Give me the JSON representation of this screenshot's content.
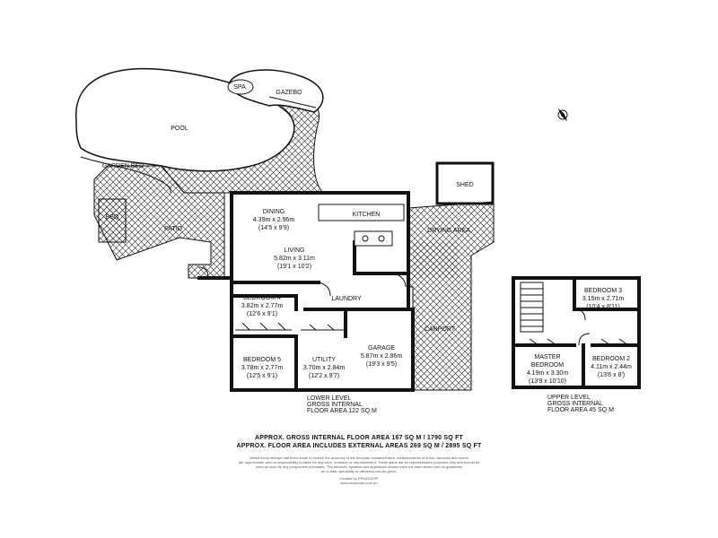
{
  "rooms": {
    "spa": "SPA",
    "gazebo": "GAZEBO",
    "pool": "POOL",
    "garden_bed": "GARDEN BED",
    "bbq": "BBQ",
    "patio": "PATIO",
    "shed": "SHED",
    "dining": {
      "name": "DINING",
      "metric": "4.39m x 2.96m",
      "imperial": "(14'5 x 9'9)"
    },
    "kitchen": "KITCHEN",
    "drying_area": "DRYING AREA",
    "living": {
      "name": "LIVING",
      "metric": "5.82m x 3.11m",
      "imperial": "(19'1 x 10'2)"
    },
    "laundry": "LAUNDRY",
    "bedroom4": {
      "name": "BEDROOM 4",
      "metric": "3.82m x 2.77m",
      "imperial": "(12'6 x 9'1)"
    },
    "bedroom5": {
      "name": "BEDROOM 5",
      "metric": "3.78m x 2.77m",
      "imperial": "(12'5 x 9'1)"
    },
    "utility": {
      "name": "UTILITY",
      "metric": "3.70m x 2.84m",
      "imperial": "(12'2 x 9'7)"
    },
    "garage": {
      "name": "GARAGE",
      "metric": "5.87m x 2.86m",
      "imperial": "(19'3 x 9'5)"
    },
    "carport": "CARPORT",
    "bedroom3": {
      "name": "BEDROOM 3",
      "metric": "3.15m x 2.71m",
      "imperial": "(10'4 x 8'11)"
    },
    "master": {
      "name1": "MASTER",
      "name2": "BEDROOM",
      "metric": "4.19m x 3.30m",
      "imperial": "(13'9 x 10'10)"
    },
    "bedroom2": {
      "name": "BEDROOM 2",
      "metric": "4.11m x 2.44m",
      "imperial": "(13'6 x 8')"
    }
  },
  "lower_level": {
    "line1": "LOWER LEVEL",
    "line2": "GROSS INTERNAL",
    "line3": "FLOOR AREA 122 SQ M"
  },
  "upper_level": {
    "line1": "UPPER LEVEL",
    "line2": "GROSS INTERNAL",
    "line3": "FLOOR AREA 45 SQ M"
  },
  "footer": {
    "line1": "APPROX. GROSS INTERNAL FLOOR AREA 167 SQ M / 1790 SQ FT",
    "line2": "APPROX. FLOOR AREA INCLUDES EXTERNAL AREAS 269 SQ M / 2895 SQ FT",
    "disclaimer1": "Whilst every attempt has been made to ensure the accuracy of the floorplan contained here, measurements of doors, windows and rooms",
    "disclaimer2": "are approximate and no responsibility is taken for any error, omission or mis-statement. These plans are for representation purposes only and should be",
    "disclaimer3": "used as such by any prospective purchaser. The services, systems and appliances shown have not been tested and no guarantee",
    "disclaimer4": "as to their operability or efficiency can be given.",
    "credit": "Created by RPAIDOCPF",
    "url": "www.realscope.com.au"
  },
  "icons": {
    "compass": "compass-icon"
  },
  "colors": {
    "line": "#111111",
    "hatch": "#222222",
    "background": "#ffffff"
  }
}
